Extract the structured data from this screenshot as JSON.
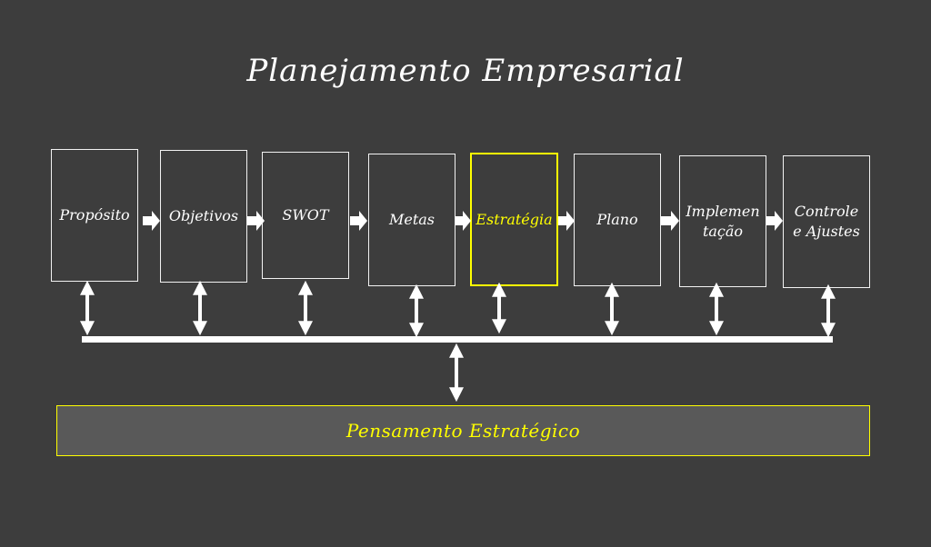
{
  "title": "Planejamento Empresarial",
  "steps": [
    {
      "label": "Propósito"
    },
    {
      "label": "Objetivos"
    },
    {
      "label": "SWOT"
    },
    {
      "label": "Metas"
    },
    {
      "label": "Estratégia",
      "highlighted": true
    },
    {
      "label": "Plano"
    },
    {
      "label": "Implemen\ntação"
    },
    {
      "label": "Controle\ne Ajustes"
    }
  ],
  "foundation": {
    "label": "Pensamento Estratégico"
  },
  "colors": {
    "background": "#3d3d3d",
    "highlight": "#ffff00",
    "foundation_fill": "#595959",
    "line": "#ffffff"
  }
}
